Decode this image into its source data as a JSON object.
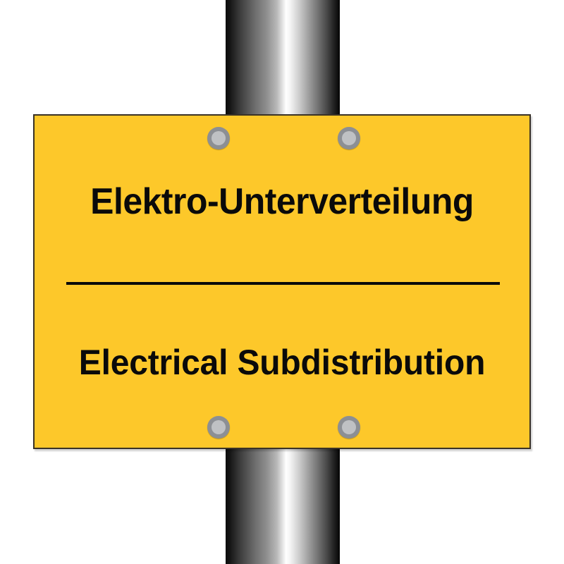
{
  "sign": {
    "title_de": "Elektro-Unterverteilung",
    "title_en": "Electrical Subdistribution",
    "plate_color": "#fdc82a",
    "text_color": "#0a0a0a",
    "border_color": "#3a3226",
    "divider_color": "#0a0a0a"
  },
  "pole": {
    "label": "metal-post",
    "color_dark": "#0d0d0d",
    "color_highlight": "#ffffff"
  },
  "fasteners": {
    "label": "screw",
    "outer_color": "#8c8f94",
    "inner_color": "#bfc1c4",
    "count": 4
  },
  "background": {
    "color": "#ffffff"
  }
}
